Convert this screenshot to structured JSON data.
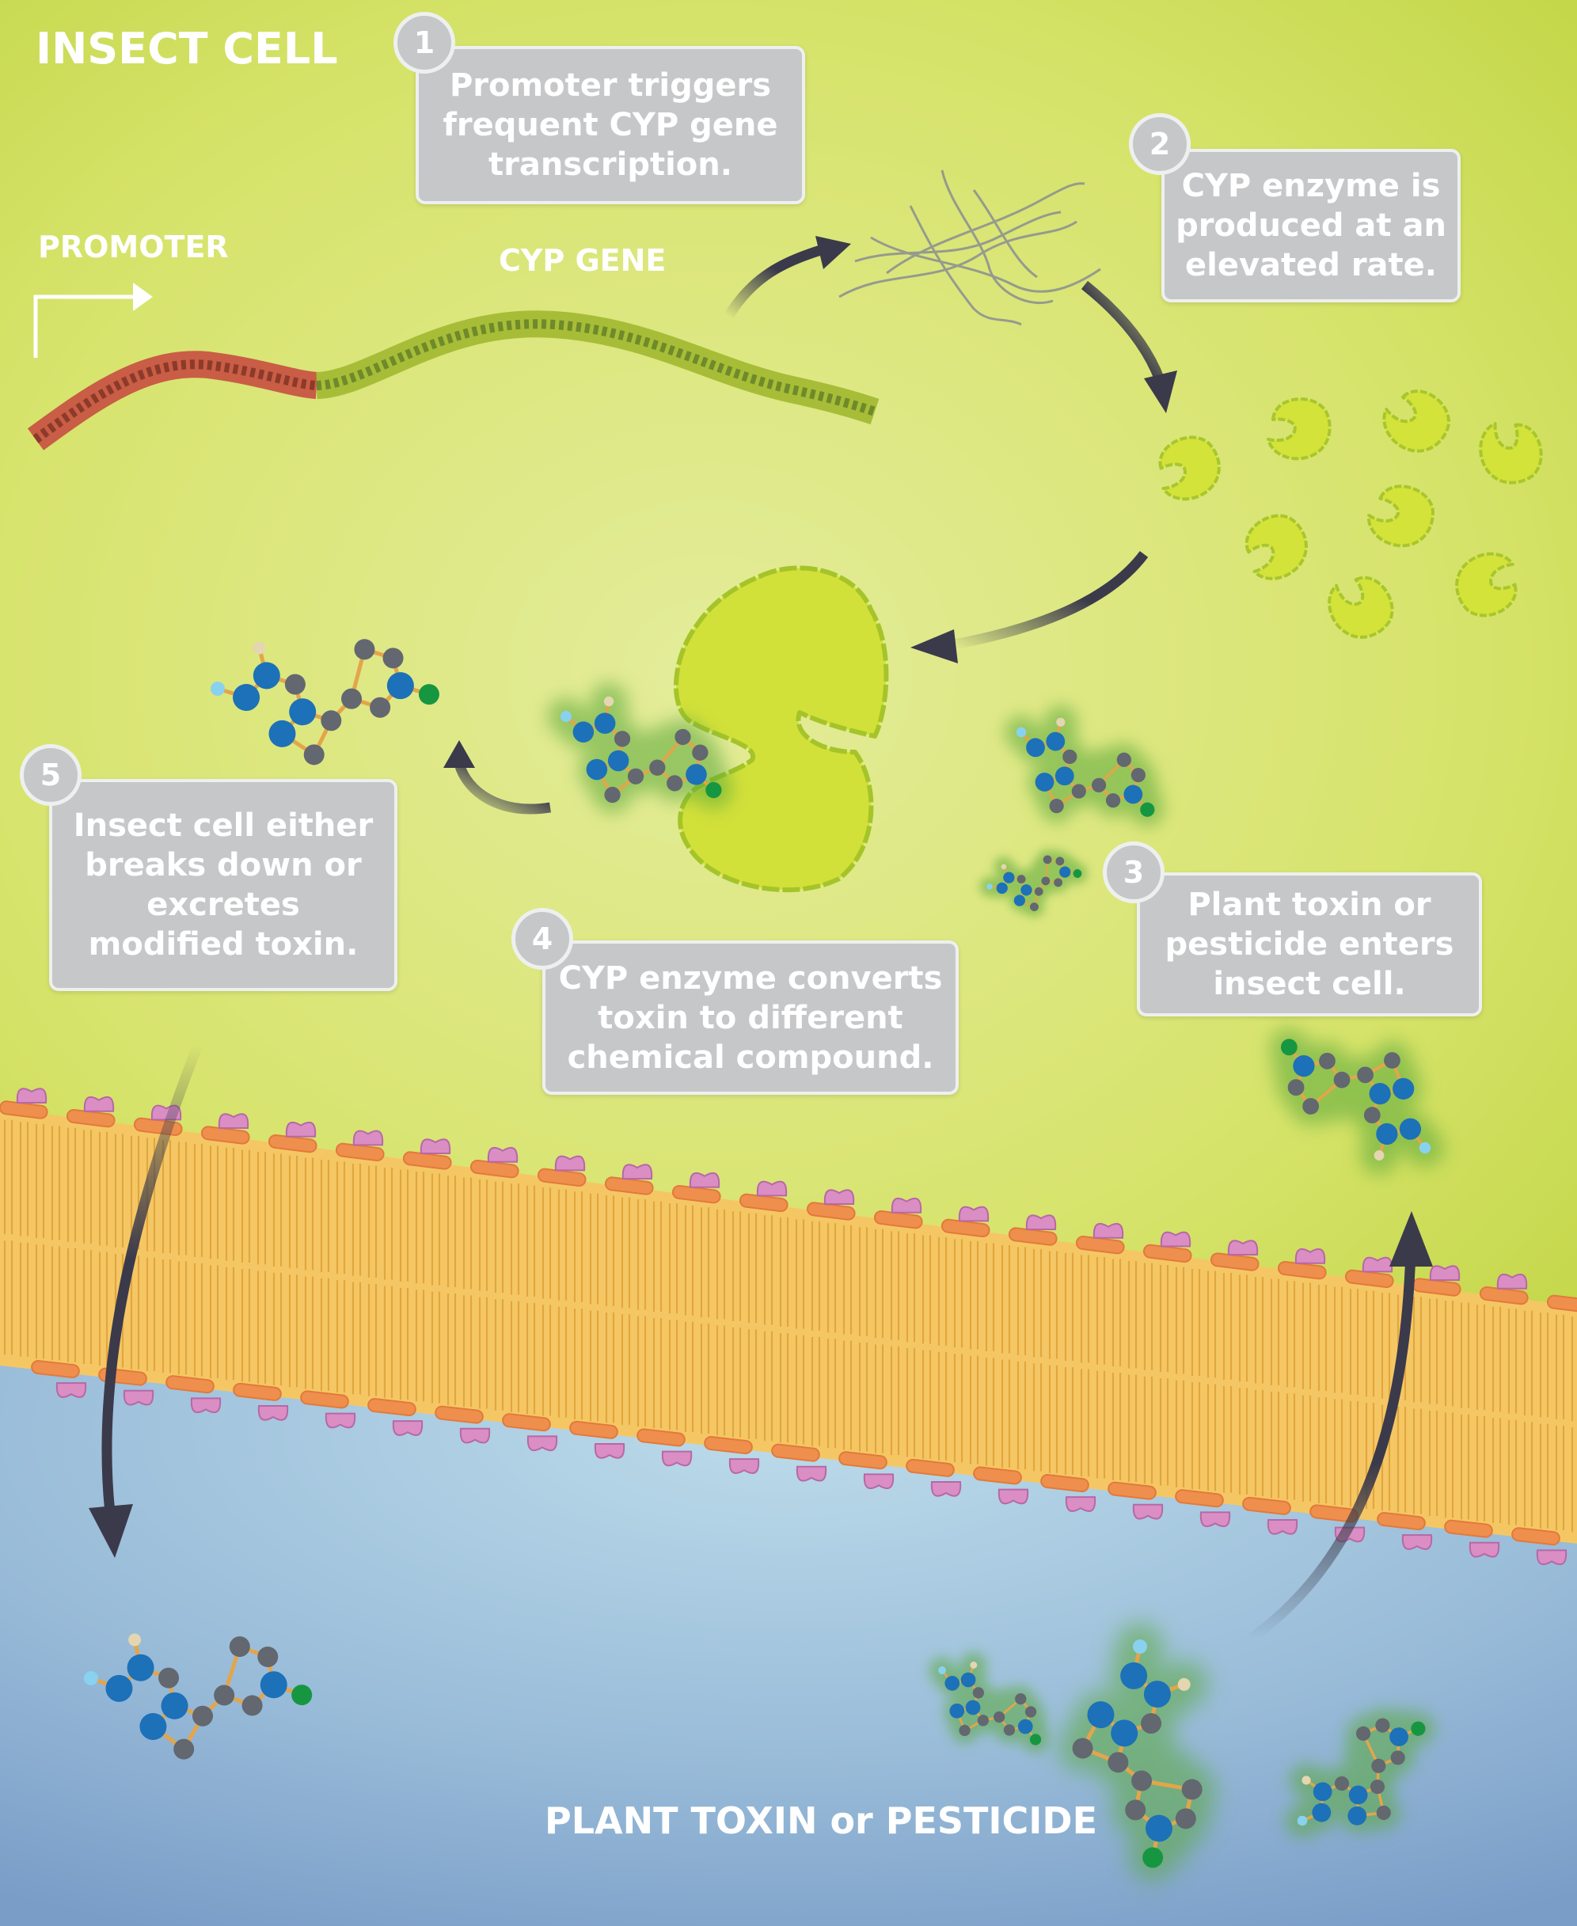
{
  "title": "INSECT CELL",
  "labels": {
    "promoter": "PROMOTER",
    "cyp_gene": "CYP GENE",
    "outside": "PLANT TOXIN or PESTICIDE"
  },
  "steps": [
    {
      "number": "1",
      "text": "Promoter triggers\nfrequent CYP gene\ntranscription."
    },
    {
      "number": "2",
      "text": "CYP enzyme is\nproduced at an\nelevated rate."
    },
    {
      "number": "3",
      "text": "Plant toxin or\npesticide enters\ninsect cell."
    },
    {
      "number": "4",
      "text": "CYP enzyme converts\ntoxin to different\nchemical compound."
    },
    {
      "number": "5",
      "text": "Insect cell either\nbreaks down or\nexcretes\nmodified toxin."
    }
  ],
  "colors": {
    "cell_light": "#e6ee95",
    "cell_mid": "#cbdb53",
    "outside_light": "#b6d6e6",
    "outside_dark": "#7c9fca",
    "promoter_dna": "#c95d45",
    "gene_dna": "#a8bd37",
    "enzyme": "#d2e03a",
    "enzyme_edge": "#a5c429",
    "membrane_tail": "#f5c764",
    "membrane_head": "#ef8f4e",
    "membrane_knob": "#da8ec4",
    "atom_blue": "#1c71b8",
    "atom_gray": "#626770",
    "atom_green": "#179641",
    "atom_light": "#88d2f0",
    "arrow": "#3b3a4b",
    "box_fill": "#c6c7c9"
  }
}
